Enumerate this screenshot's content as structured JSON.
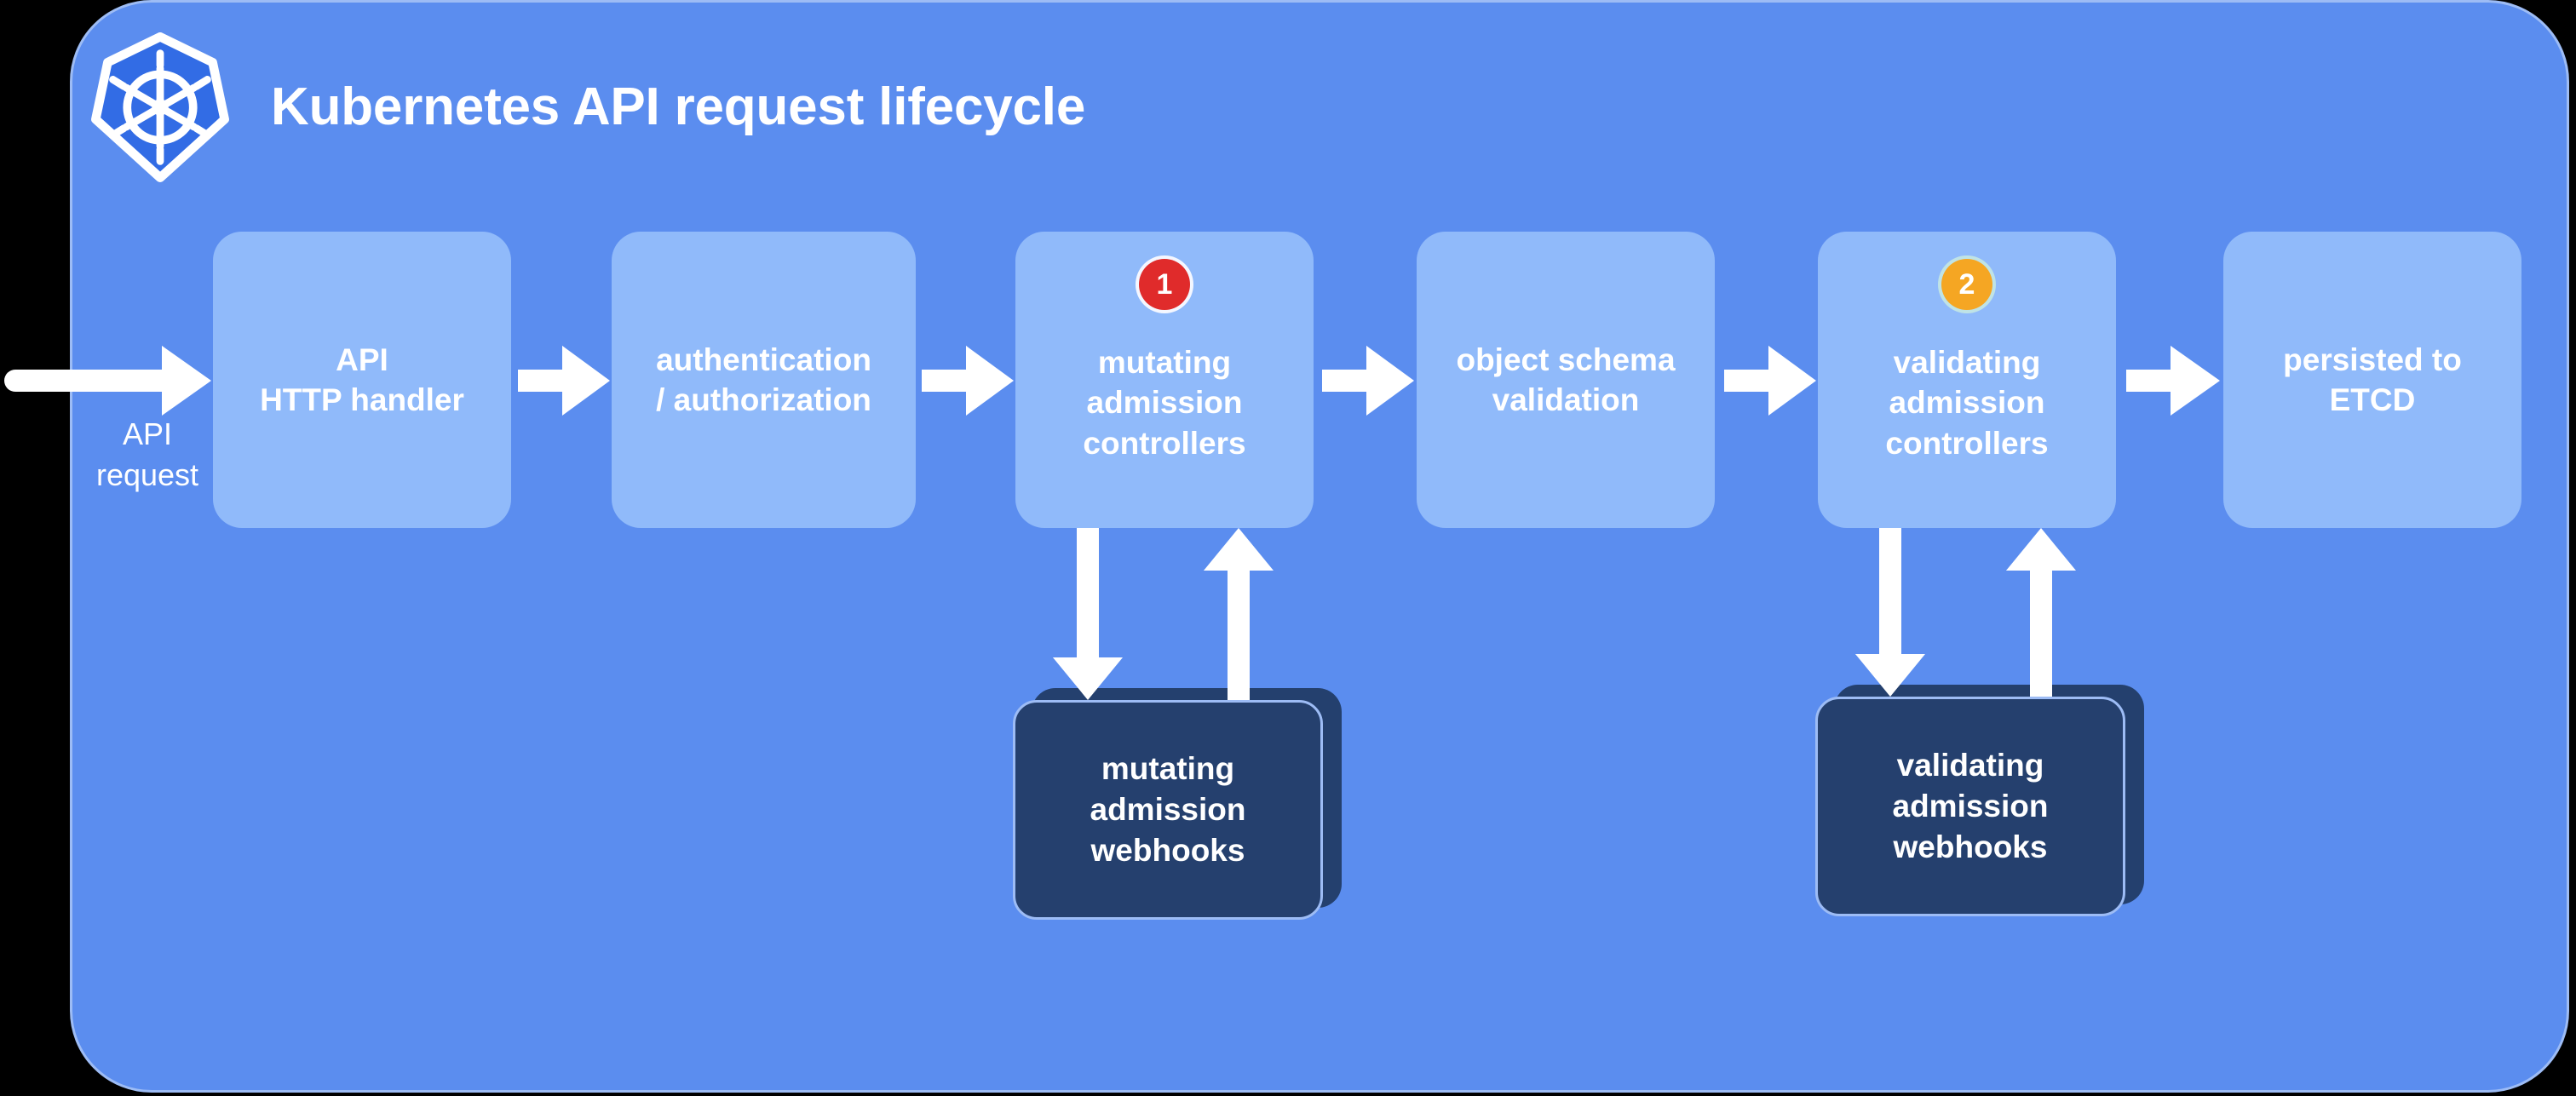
{
  "header": {
    "title": "Kubernetes API request lifecycle",
    "logo": "kubernetes-logo"
  },
  "entry": {
    "label": "API\nrequest"
  },
  "colors": {
    "panel_background": "#5B8DEF",
    "panel_border": "#9DBCF5",
    "stage_box": "#90BAFA",
    "webhook_card": "#25406E",
    "badge_1": "#E02B2B",
    "badge_2": "#F5A623",
    "text": "#FFFFFF",
    "logo_blue": "#326CE5",
    "canvas": "#000000"
  },
  "stages": [
    {
      "id": "api-http-handler",
      "label": "API\nHTTP handler",
      "badge": null
    },
    {
      "id": "authentication-authorization",
      "label": "authentication\n/ authorization",
      "badge": null
    },
    {
      "id": "mutating-admission-controllers",
      "label": "mutating\nadmission\ncontrollers",
      "badge": "1"
    },
    {
      "id": "object-schema-validation",
      "label": "object schema\nvalidation",
      "badge": null
    },
    {
      "id": "validating-admission-controllers",
      "label": "validating\nadmission\ncontrollers",
      "badge": "2"
    },
    {
      "id": "persisted-to-etcd",
      "label": "persisted to\nETCD",
      "badge": null
    }
  ],
  "webhooks": [
    {
      "id": "mutating-admission-webhooks",
      "label": "mutating\nadmission\nwebhooks"
    },
    {
      "id": "validating-admission-webhooks",
      "label": "validating\nadmission\nwebhooks"
    }
  ]
}
